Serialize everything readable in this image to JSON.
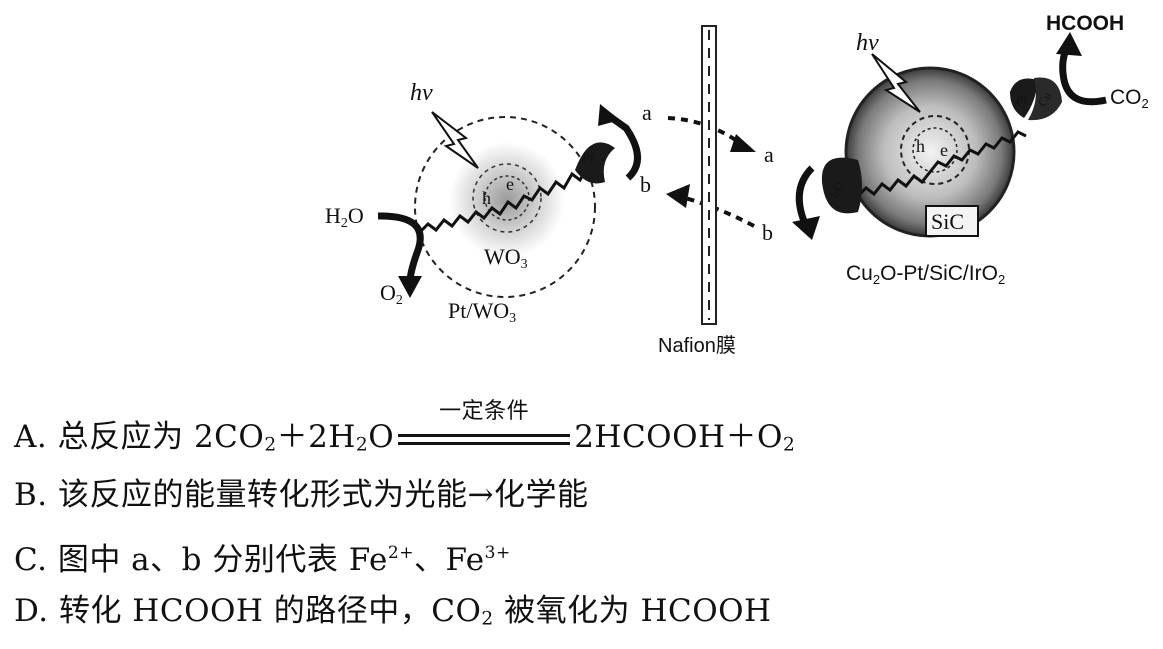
{
  "diagram": {
    "left_cell": {
      "hv": "hv",
      "h_label": "h",
      "e_label": "e",
      "wo3_inner": "WO",
      "wo3_inner_sub": "3",
      "pt_label": "Pt",
      "caption": "Pt/WO",
      "caption_sub": "3",
      "h2o": "H",
      "h2o_sub": "2",
      "h2o_tail": "O",
      "o2": "O",
      "o2_sub": "2"
    },
    "middle": {
      "a_left": "a",
      "b_left": "b",
      "a_right": "a",
      "b_right": "b",
      "membrane_label": "Nafion膜"
    },
    "right_cell": {
      "hv": "hv",
      "h_label": "h",
      "e_label": "e",
      "sic_box": "SiC",
      "pt_label": "Pt",
      "cu2o_label": "Cu",
      "iro2_label": "IrO",
      "caption": "Cu",
      "caption_sub1": "2",
      "caption_mid": "O-Pt/SiC/IrO",
      "caption_sub2": "2",
      "hcooh": "HCOOH",
      "co2": "CO",
      "co2_sub": "2"
    }
  },
  "options": {
    "a": {
      "prefix": "A. 总反应为 2CO",
      "s1": "2",
      "mid1": "＋2H",
      "s2": "2",
      "mid2": "O",
      "condition": "一定条件",
      "after": "2HCOOH＋O",
      "s3": "2"
    },
    "b": {
      "text": "B. 该反应的能量转化形式为光能→化学能"
    },
    "c": {
      "prefix": "C. 图中 a、b 分别代表 Fe",
      "sup1": "2+",
      "mid": "、Fe",
      "sup2": "3+"
    },
    "d": {
      "prefix": "D. 转化 HCOOH 的路径中，CO",
      "sub": "2",
      "after": " 被氧化为 HCOOH"
    }
  }
}
